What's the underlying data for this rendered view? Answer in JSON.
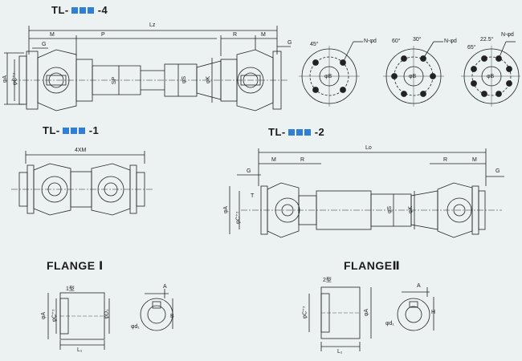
{
  "titles": {
    "tl4": {
      "prefix": "TL-",
      "suffix": "-4"
    },
    "tl1": {
      "prefix": "TL-",
      "suffix": "-1"
    },
    "tl2": {
      "prefix": "TL-",
      "suffix": "-2"
    },
    "flange1": "FLANGE Ⅰ",
    "flange2": "FLANGEⅡ"
  },
  "accent_color": "#2f7fd8",
  "dimensions": {
    "lz": "Lz",
    "m": "M",
    "p": "P",
    "r": "R",
    "g": "G",
    "phi_a": "φA",
    "phi_c": "φC⁺⁷",
    "phi_s": "φS",
    "phi_k": "φK",
    "sp": "SP",
    "four_m": "4XM",
    "lo": "Lo",
    "t": "T",
    "n_phi_d": "N-φd",
    "phi_b": "φB",
    "angle_45": "45°",
    "angle_30": "30°",
    "angle_60": "60°",
    "angle_22_5": "22.5°",
    "angle_65": "65°",
    "type1": "1型",
    "type2": "2型",
    "phi_d1": "φD₁",
    "l1": "L₁",
    "phi_d1_small": "φd₁",
    "a": "A",
    "b": "B",
    "h": "H"
  }
}
